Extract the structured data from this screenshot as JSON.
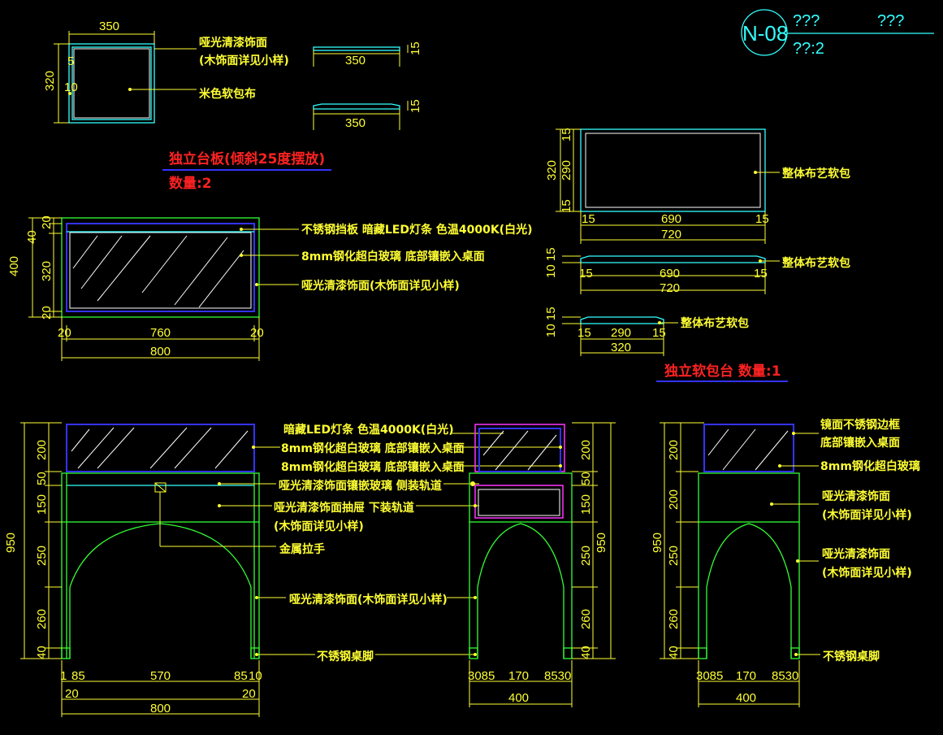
{
  "title_block": {
    "sheet_code": "N-08",
    "title_left": "???",
    "title_right": "???",
    "scale": "??:2"
  },
  "panel": {
    "dims": {
      "w": "350",
      "h": "320",
      "d5": "5",
      "d10": "10",
      "side_w1": "350",
      "side_w2": "350",
      "side_t1": "15",
      "side_t2": "15"
    },
    "callouts": [
      "哑光清漆饰面",
      "(木饰面详见小样)",
      "米色软包布"
    ],
    "heading": "独立台板(倾斜25度摆放)",
    "qty": "数量:2"
  },
  "cushion": {
    "dims": {
      "h320": "320",
      "h290": "290",
      "t15a": "15",
      "t15b": "15",
      "w15l": "15",
      "w690": "690",
      "w15r": "15",
      "w720": "720",
      "s1015": "10 15",
      "s15l": "15",
      "s690": "690",
      "s15r": "15",
      "s720": "720",
      "e1015": "10 15",
      "e15l": "15",
      "e290": "290",
      "e15r": "15",
      "e320": "320"
    },
    "callouts": [
      "整体布艺软包",
      "整体布艺软包",
      "整体布艺软包"
    ],
    "heading": "独立软包台  数量:1"
  },
  "plan": {
    "dims": {
      "h400": "400",
      "h20a": "20",
      "h40": "40",
      "h320": "320",
      "h20b": "20",
      "w20l": "20",
      "w760": "760",
      "w20r": "20",
      "w800": "800"
    },
    "callouts": [
      "不锈钢挡板 暗藏LED灯条 色温4000K(白光)",
      "8mm钢化超白玻璃 底部镶嵌入桌面",
      "哑光清漆饰面(木饰面详见小样)"
    ]
  },
  "front": {
    "dims": {
      "h950": "950",
      "h200": "200",
      "h50": "50",
      "h150": "150",
      "h250": "250",
      "h260": "260",
      "h40": "40",
      "w1": "1",
      "w85a": "85",
      "w570": "570",
      "w85b": "85",
      "w10": "10",
      "w20l": "20",
      "w20r": "20",
      "w800": "800"
    },
    "callouts": [
      "暗藏LED灯条 色温4000K(白光)",
      "8mm钢化超白玻璃 底部镶嵌入桌面",
      "8mm钢化超白玻璃 底部镶嵌入桌面",
      "哑光清漆饰面镶嵌玻璃 侧装轨道",
      "哑光清漆饰面抽屉 下装轨道",
      "(木饰面详见小样)",
      "金属拉手",
      "哑光清漆饰面(木饰面详见小样)",
      "不锈钢桌脚"
    ]
  },
  "side": {
    "dims": {
      "h200": "200",
      "h50": "50",
      "h150": "150",
      "h950": "950",
      "h250": "250",
      "h260": "260",
      "h40": "40",
      "w3085": "3085",
      "w170": "170",
      "w8530": "8530",
      "w400": "400"
    }
  },
  "side2": {
    "dims": {
      "h200a": "200",
      "h200b": "200",
      "h950": "950",
      "h250": "250",
      "h260": "260",
      "h40": "40",
      "w3085": "3085",
      "w170": "170",
      "w8530": "8530",
      "w400": "400"
    },
    "callouts": [
      "镜面不锈钢边框",
      "底部镶嵌入桌面",
      "8mm钢化超白玻璃",
      "哑光清漆饰面",
      "(木饰面详见小样)",
      "哑光清漆饰面",
      "(木饰面详见小样)",
      "不锈钢桌脚"
    ]
  },
  "colors": {
    "background": "#000000",
    "text": "#ffff33",
    "heading": "#ff2222",
    "outline_green": "#33ff33",
    "outline_cyan": "#33ffff",
    "glass_blue": "#3333ff"
  }
}
